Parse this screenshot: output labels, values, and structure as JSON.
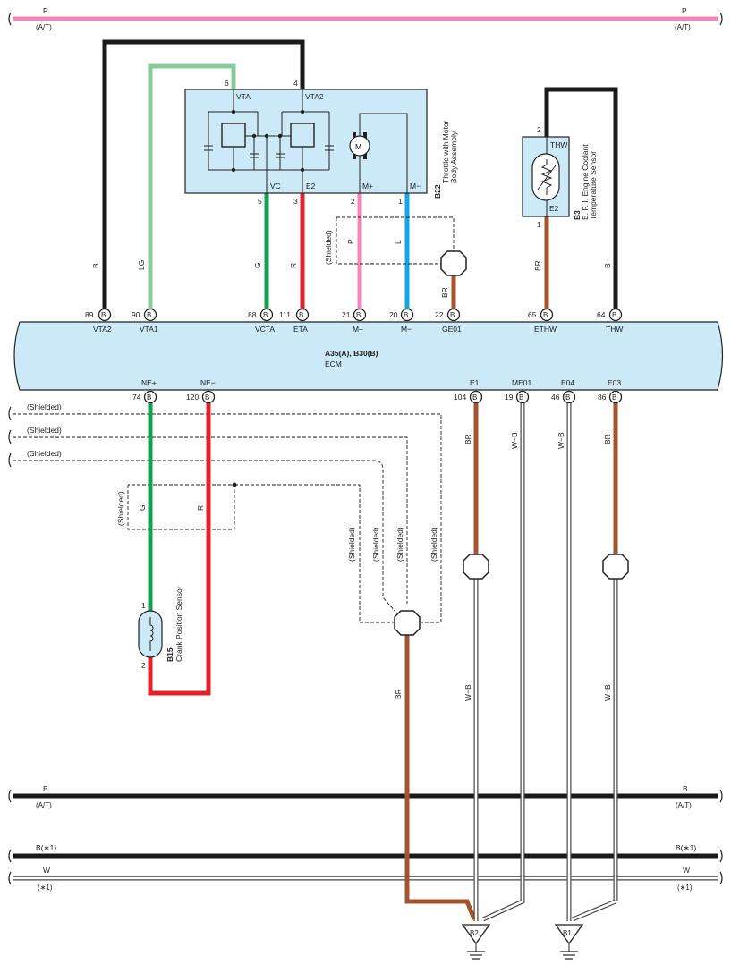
{
  "buses": {
    "top": {
      "label_left": "P",
      "label_right": "P",
      "sub_left": "(A/T)",
      "sub_right": "(A/T)",
      "color": "#ee88b8"
    },
    "b_at": {
      "label_left": "B",
      "label_right": "B",
      "sub_left": "(A/T)",
      "sub_right": "(A/T)"
    },
    "b_star": {
      "label_left": "B(∗1)",
      "label_right": "B(∗1)"
    },
    "w": {
      "label_left": "W",
      "label_right": "W",
      "sub_left": "(∗1)",
      "sub_right": "(∗1)"
    }
  },
  "throttle": {
    "code": "B22",
    "name_line1": "Throttle with Motor",
    "name_line2": "Body Assembly",
    "pins": {
      "p6": "6",
      "p4": "4",
      "p5": "5",
      "p3": "3",
      "p2": "2",
      "p1": "1"
    },
    "terms": {
      "vta": "VTA",
      "vta2": "VTA2",
      "vc": "VC",
      "e2": "E2",
      "mplus": "M+",
      "mminus": "M−",
      "motor": "M"
    }
  },
  "coolant": {
    "code": "B3",
    "name_line1": "E. F. I. Engine Coolant",
    "name_line2": "Temperature Sensor",
    "pins": {
      "p2": "2",
      "p1": "1"
    },
    "terms": {
      "thw": "THW",
      "e2": "E2"
    }
  },
  "crank": {
    "code": "B15",
    "name": "Crank Position Sensor",
    "pins": {
      "p1": "1",
      "p2": "2"
    }
  },
  "ecm": {
    "connectors": "A35(A), B30(B)",
    "name": "ECM",
    "top_pins": [
      {
        "num": "89",
        "term": "VTA2"
      },
      {
        "num": "90",
        "term": "VTA1"
      },
      {
        "num": "88",
        "term": "VCTA"
      },
      {
        "num": "111",
        "term": "ETA"
      },
      {
        "num": "21",
        "term": "M+"
      },
      {
        "num": "20",
        "term": "M−"
      },
      {
        "num": "22",
        "term": "GE01"
      },
      {
        "num": "65",
        "term": "ETHW"
      },
      {
        "num": "64",
        "term": "THW"
      }
    ],
    "bottom_pins": [
      {
        "num": "74",
        "term": "NE+"
      },
      {
        "num": "120",
        "term": "NE−"
      },
      {
        "num": "104",
        "term": "E1"
      },
      {
        "num": "19",
        "term": "ME01"
      },
      {
        "num": "46",
        "term": "E04"
      },
      {
        "num": "86",
        "term": "E03"
      }
    ],
    "pin_letter": "B"
  },
  "wire_colors": {
    "vta2": "B",
    "vta1": "LG",
    "vcta": "G",
    "eta": "R",
    "mplus": "P",
    "mminus": "L",
    "ge01": "BR",
    "ethw": "BR",
    "thw": "B",
    "crank_ne_plus": "G",
    "crank_ne_minus": "R",
    "e1_top": "BR",
    "me01": "W−B",
    "e04": "W−B",
    "e03_top": "BR",
    "e1_bottom": "W−B",
    "e03_bottom": "W−B",
    "shield_ground": "BR"
  },
  "shielded_label": "(Shielded)",
  "grounds": {
    "b2": "B2",
    "b1": "B1"
  },
  "palette": {
    "black": "#1a1a1a",
    "pink": "#ee88b8",
    "light_green": "#88cc9c",
    "green": "#13a050",
    "red": "#e5202a",
    "blue": "#12a6e6",
    "brown": "#a4532c",
    "ecm_fill": "#cbe9f7",
    "component_fill": "#cbe9f7"
  }
}
